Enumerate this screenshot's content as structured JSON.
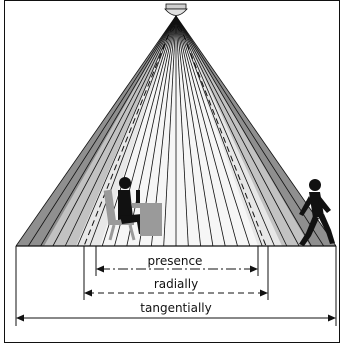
{
  "diagram": {
    "labels": {
      "presence": "presence",
      "radially": "radially",
      "tangentially": "tangentially"
    },
    "colors": {
      "cone_outer": "#8f8f8f",
      "cone_mid": "#c2c2c2",
      "cone_inner": "#e7e7e7",
      "lines": "#111111",
      "figure": "#111111",
      "chair": "#9a9a9a",
      "desk": "#9a9a9a"
    },
    "icons": {
      "sensor": "ceiling-sensor-icon",
      "seated_person": "seated-person-at-desk-icon",
      "walking_person": "walking-person-icon"
    }
  }
}
